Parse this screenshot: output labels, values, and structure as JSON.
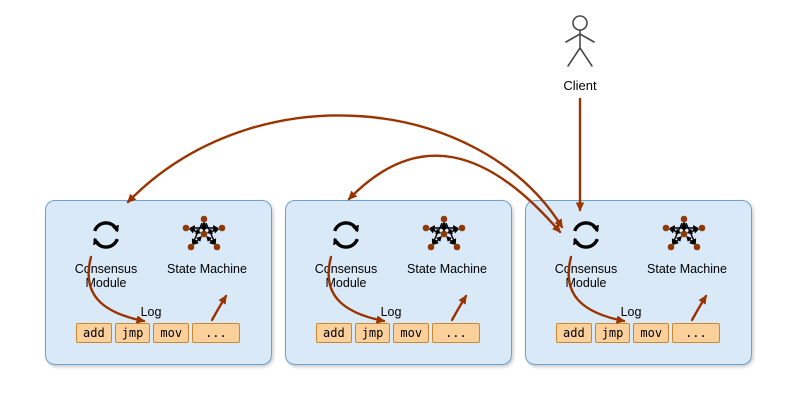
{
  "diagram": {
    "title_hint": "replicated-state-machine-architecture",
    "client": {
      "label": "Client"
    },
    "servers": [
      {
        "consensus_label": "Consensus Module",
        "state_machine_label": "State Machine",
        "log_label": "Log",
        "log_entries": [
          "add",
          "jmp",
          "mov",
          "..."
        ]
      },
      {
        "consensus_label": "Consensus Module",
        "state_machine_label": "State Machine",
        "log_label": "Log",
        "log_entries": [
          "add",
          "jmp",
          "mov",
          "..."
        ]
      },
      {
        "consensus_label": "Consensus Module",
        "state_machine_label": "State Machine",
        "log_label": "Log",
        "log_entries": [
          "add",
          "jmp",
          "mov",
          "..."
        ]
      }
    ],
    "icons": {
      "consensus_module": "sync-circular-arrows-icon",
      "state_machine": "graph-nodes-icon",
      "client": "actor-stick-figure-icon"
    },
    "colors": {
      "arrow": "#993300",
      "server_fill": "#dae9f7",
      "server_border": "#6fa0cf",
      "log_entry_fill": "#fbd09b",
      "log_entry_border": "#c9882f",
      "state_machine_dot": "#8f3803",
      "icon_stroke": "#000000",
      "actor_stroke": "#4a4a4a"
    }
  }
}
